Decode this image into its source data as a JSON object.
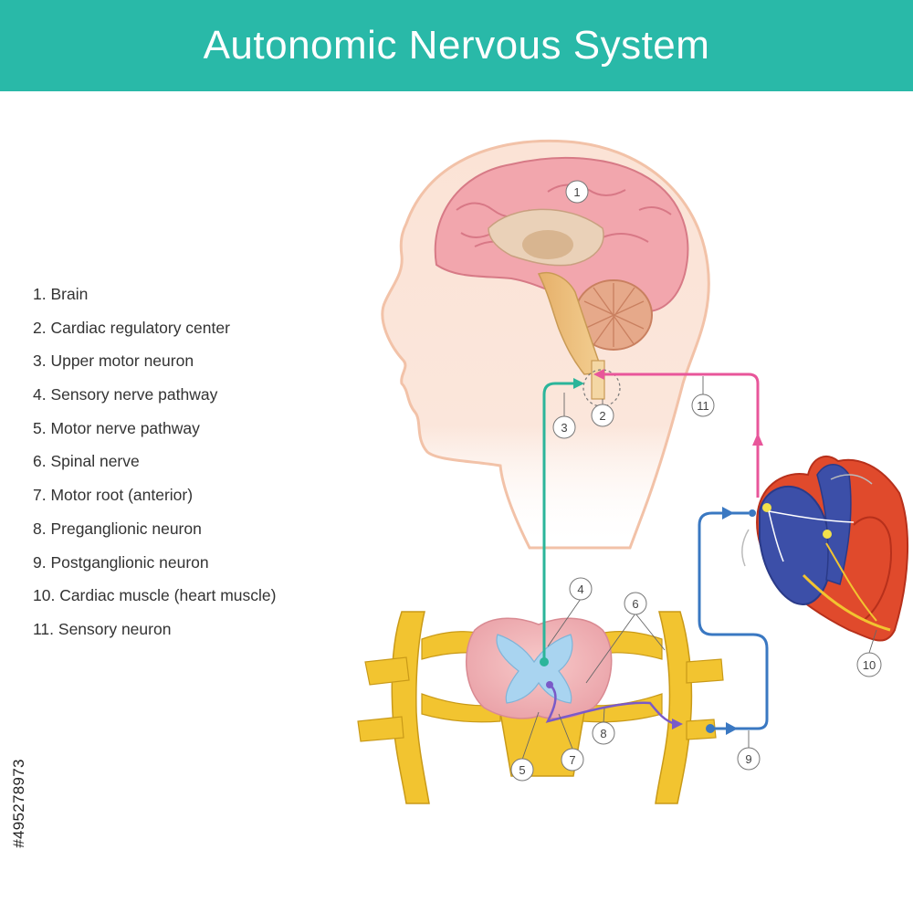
{
  "title": "Autonomic Nervous System",
  "legend": [
    "1. Brain",
    "2. Cardiac regulatory center",
    "3. Upper motor neuron",
    "4. Sensory nerve pathway",
    "5. Motor nerve pathway",
    "6. Spinal nerve",
    "7. Motor root (anterior)",
    "8. Preganglionic neuron",
    "9. Postganglionic neuron",
    "10. Cardiac muscle (heart muscle)",
    "11. Sensory neuron"
  ],
  "callouts": [
    "1",
    "2",
    "3",
    "4",
    "5",
    "6",
    "7",
    "8",
    "9",
    "10",
    "11"
  ],
  "stock_id": "#495278973",
  "colors": {
    "banner": "#29b9a8",
    "motor_path": "#2bb59a",
    "sensory_path": "#e8569a",
    "postganglionic_path": "#3a78c2",
    "preganglionic_path": "#7a5ac8",
    "brain": "#f0a0a8",
    "spinal_nerve": "#f2c430",
    "heart_red": "#e0402a",
    "heart_blue": "#3a4fa8"
  }
}
